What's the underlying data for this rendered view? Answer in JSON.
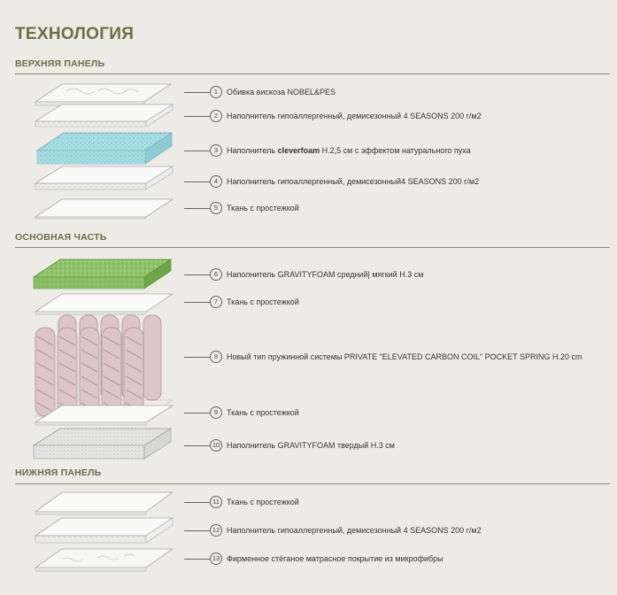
{
  "title": "ТЕХНОЛОГИЯ",
  "sections": {
    "top": "ВЕРХНЯЯ ПАНЕЛЬ",
    "main": "ОСНОВНАЯ ЧАСТЬ",
    "bottom": "НИЖНЯЯ ПАНЕЛЬ"
  },
  "layers": [
    {
      "num": "1",
      "text": "Обивка вискоза NOBEL&PES"
    },
    {
      "num": "2",
      "text": "Наполнитель гипоаллергенный, демисезонный 4 SEASONS 200 г/м2"
    },
    {
      "num": "3",
      "text_before": "Наполнитель ",
      "text_bold": "cleverfoam",
      "text_after": " H.2,5 см с эффектом натурального пуха"
    },
    {
      "num": "4",
      "text": "Наполнитель гипоаллергенный, демисезонный4 SEASONS 200 г/м2"
    },
    {
      "num": "5",
      "text": "Ткань с простежкой"
    },
    {
      "num": "6",
      "text": "Наполнитель GRAVITYFOAM средний| мягкий H.3 см"
    },
    {
      "num": "7",
      "text": "Ткань с простежкой"
    },
    {
      "num": "8",
      "text": "Новый тип пружинной системы PRIVATE \"ELEVATED CARBON COIL\" POCKET SPRING H.20 cm"
    },
    {
      "num": "9",
      "text": "Ткань с простежкой"
    },
    {
      "num": "10",
      "text": "Наполнитель GRAVITYFOAM твердый H.3 см"
    },
    {
      "num": "11",
      "text": "Ткань с простежкой"
    },
    {
      "num": "12",
      "text": "Наполнитель гипоаллергенный, демисезонный 4 SEASONS 200 г/м2"
    },
    {
      "num": "13",
      "text": "Фирменное стёганое матрасное покрытие из микрофибры"
    }
  ],
  "colors": {
    "accent": "#6e6b45",
    "cleverfoam": "#a9dfe6",
    "gravityfoam_soft": "#8fc26a",
    "gravityfoam_firm": "#e4e4e2",
    "spring_pink": "#d9c4c8"
  }
}
